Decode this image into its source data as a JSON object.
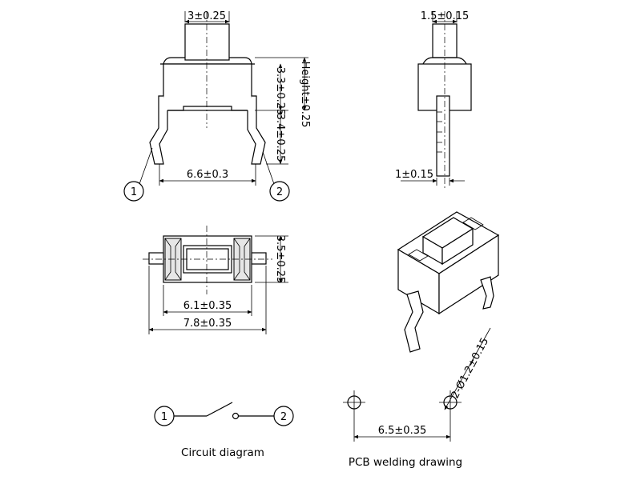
{
  "front_view": {
    "width_top": "3±0.25",
    "body_height": "3.3±0.25",
    "leg_height": "3.4±0.25",
    "total_height": "Height±0.25",
    "pin_spacing": "6.6±0.3",
    "pin_1": "1",
    "pin_2": "2"
  },
  "side_view": {
    "actuator_width": "1.5±0.15",
    "leg_thickness": "1±0.15"
  },
  "top_view": {
    "depth": "3.5±0.25",
    "body_length": "6.1±0.35",
    "total_length": "7.8±0.35"
  },
  "pcb": {
    "hole_diameter": "2-Ø1.2±0.15",
    "hole_spacing": "6.5±0.35",
    "caption": "PCB welding drawing"
  },
  "circuit": {
    "pin_1": "1",
    "pin_2": "2",
    "caption": "Circuit diagram"
  }
}
